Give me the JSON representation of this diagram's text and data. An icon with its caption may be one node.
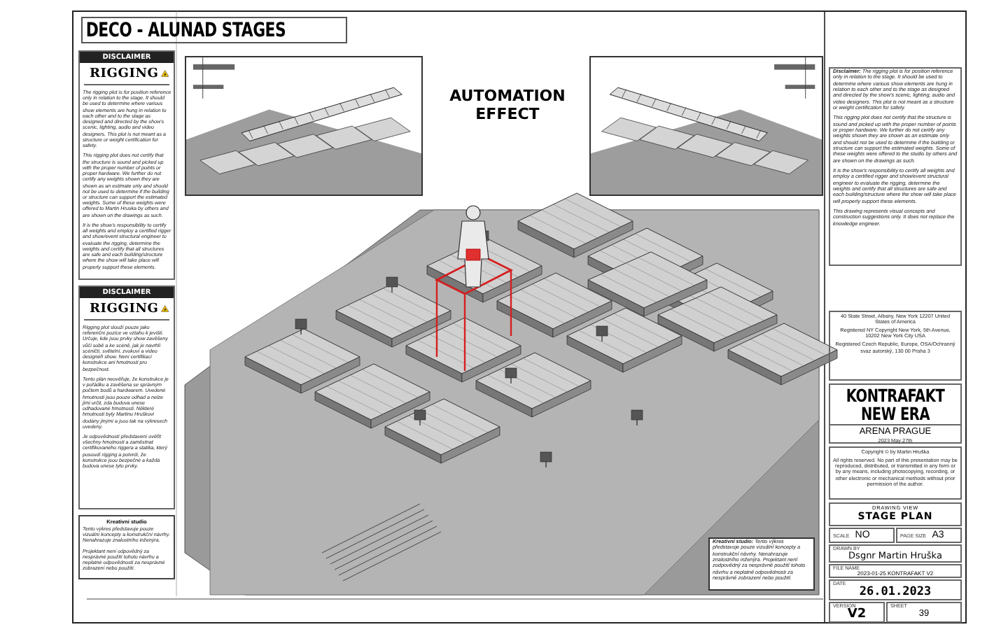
{
  "diagram": {
    "title": "DECO - ALUNAD STAGES",
    "nodes": [
      {
        "text": [
          "DISCLAIMER",
          "RIGGING",
          "The rigging plot is for position reference only in relation to the stage. It should be used to determine where various show elements are hung in relation to each other and to the stage as designed and directed by the show's scenic, lighting, audio and video designers. This plot is not meant as a structure or weight certification for safety.",
          "This rigging plot does not certify that the structure is sound and picked up with the proper number of points or proper hardware. We further do not certify any weights shown they are shown as an estimate only and should not be used to determine if the building or structure can support the estimated weights. Some of these weights were offered to Martin Hruska by others and are shown on the drawings as such.",
          "It is the show's responsibility to certify all weights and employ a certified rigger and show/event structural engineer to evaluate the rigging, determine the weights and certify that all structures are safe and each building/structure where the show will take place will properly support these elements."
        ]
      },
      {
        "text": [
          "DISCLAIMER",
          "RIGGING",
          "Rigging plot slouží pouze jako referenční pozice ve vztahu k jevišti. Určuje, kde jsou prvky show zavěšeny vůči sobě a ke scéně, jak je navrhli scéničtí, světelní, zvukoví a video designéři show. Není certifikací konstrukce ani hmotnosti pro bezpečnost.",
          "Tento plán neověřuje, že konstrukce je v pořádku a zavěšena se správným počtem bodů a hardwarem. Uvedené hmotnosti jsou pouze odhad a nelze jimi určit, zda budova unese odhadované hmotnosti. Některé hmotnosti byly Martinu Hruškovi dodány jinými a jsou tak na výkresech uvedeny.",
          "Je odpovědností představení ověřit všechny hmotnosti a zaměstnat certifikovaného riggera a statika, který posoudí rigging a potvrdí, že konstrukce jsou bezpečné a každá budova unese tyto prvky."
        ]
      },
      {
        "text": [
          "Kreativní studio",
          "Tento výkres představuje pouze vizuální koncepty a konstrukční návrhy. Nenahrazuje znalostního inženýra.",
          "Projektant není odpovědný za nesprávné použití tohoto návrhu a neplatné odpovědnosti za nesprávné zobrazení nebo použití."
        ]
      },
      {
        "text": [],
        "shape": "picture"
      },
      {
        "text": [],
        "shape": "picture"
      },
      {
        "text": [
          "**Kreativní studio:** Tento výkres představuje pouze vizuální koncepty a konstrukční návrhy. Nenahrazuje znalostního inženýra. Projektant není zodpovědný za nesprávné použití tohoto návrhu a neplatné odpovědnosti za nesprávné zobrazení nebo použití."
        ]
      },
      {
        "text": [
          "**Disclaimer:** The rigging plot is for position reference only in relation to the stage. It should be used to determine where various show elements are hung in relation to each other and to the stage as designed and directed by the show's scenic, lighting, audio and video designers. This plot is not meant as a structure or weight certification for safety.",
          "This rigging plot does not certify that the structure is sound and picked up with the proper number of points or proper hardware. We further do not certify any weights shown they are shown as an estimate only and should not be used to determine if the building or structure can support the estimated weights. Some of these weights were offered to the studio by others and are shown on the drawings as such.",
          "It is the show's responsibility to certify all weights and employ a certified rigger and show/event structural engineer to evaluate the rigging, determine the weights and certify that all structures are safe and each building/structure where the show will take place will properly support these elements.",
          "This drawing represents visual concepts and construction suggestions only. It does not replace the knowledge engineer."
        ]
      },
      {
        "text": [
          "40 State Street, Albany, New York 12207 United States of America",
          "Registered NY Copyright New York, 5th Avenue, 10202 New York City USA",
          "Registered Czech Republic, Europe, OSA/Ochranný svaz autorský, 130 00 Praha 3"
        ]
      },
      {
        "text": [
          "KONTRAFAKT NEW ERA",
          "ARENA PRAGUE",
          "2023 May 27th"
        ]
      },
      {
        "text": [
          "Copyright © by Martin Hruška",
          "All rights reserved. No part of this presentation may be reproduced, distributed, or transmitted in any form or by any means, including photocopying, recording, or other electronic or mechanical methods without prior permission of the author."
        ]
      },
      {
        "text": [
          "DRAWING VIEW",
          "STAGE PLAN"
        ]
      },
      {
        "text": [
          "SCALE",
          "NO"
        ]
      },
      {
        "text": [
          "PAGE SIZE",
          "A3"
        ]
      },
      {
        "text": [
          "DRAWN BY",
          "Dsgnr Martin Hruška"
        ]
      },
      {
        "text": [
          "FILE NAME",
          "2023-01-25 KONTRAFAKT V2"
        ]
      },
      {
        "text": [
          "DATE",
          "26.01.2023"
        ]
      },
      {
        "text": [
          "VERSION",
          "V2"
        ]
      },
      {
        "text": [
          "SHEET",
          "39"
        ]
      }
    ],
    "labels": [
      "AUTOMATION EFFECT"
    ]
  }
}
